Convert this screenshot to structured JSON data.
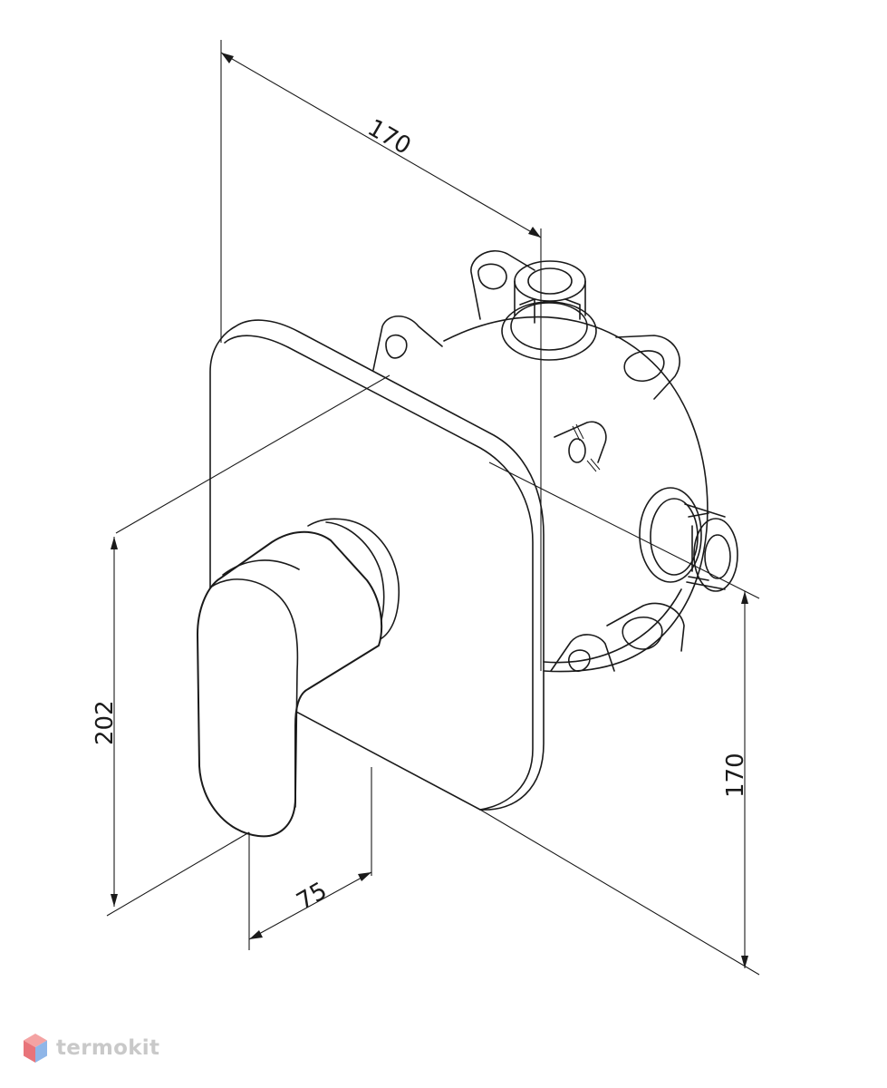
{
  "dimensions": {
    "top_width": "170",
    "right_height": "170",
    "left_height": "202",
    "depth": "75"
  },
  "watermark": {
    "brand": "termokit",
    "icon": "hexagon-cube-icon",
    "colors": {
      "top": "#f4a3a3",
      "left": "#e8747a",
      "right": "#8fb6e8",
      "text": "#c9c9c9"
    }
  }
}
